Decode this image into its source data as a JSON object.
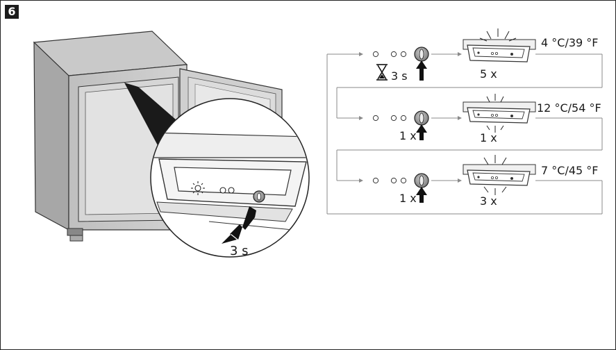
{
  "step_number": "6",
  "press_duration": "3 s",
  "rows": [
    {
      "timer": "3 s",
      "press_count": "",
      "blink_count": "5 x",
      "temperature": "4 °C/39 °F"
    },
    {
      "timer": "",
      "press_count": "1 x",
      "blink_count": "1 x",
      "temperature": "12 °C/54 °F"
    },
    {
      "timer": "",
      "press_count": "1 x",
      "blink_count": "3 x",
      "temperature": "7 °C/45 °F"
    }
  ],
  "icons": {
    "timer": "hourglass-icon",
    "button": "knob-button-icon",
    "press": "up-arrow-icon",
    "light": "sun-light-icon"
  }
}
